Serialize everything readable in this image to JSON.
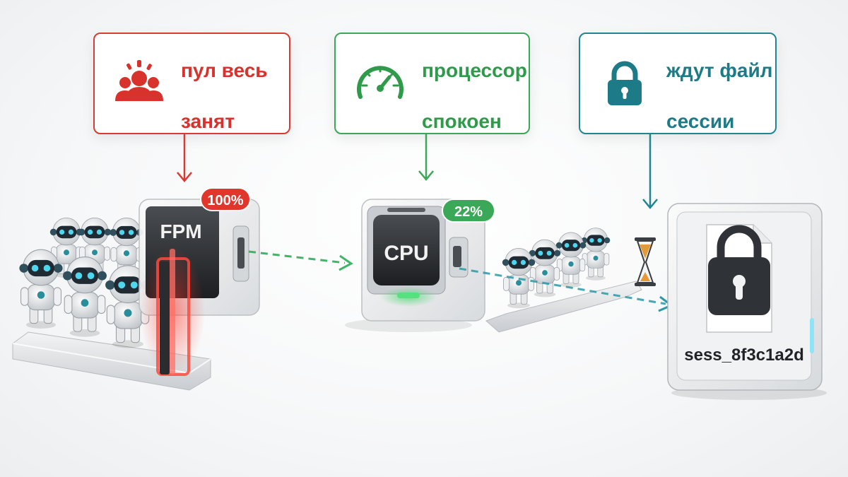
{
  "callouts": {
    "pool_busy": {
      "line1": "пул весь",
      "line2": "занят",
      "color": "#d8322c",
      "icon": "people-alert-icon"
    },
    "cpu_idle": {
      "line1": "процессор",
      "line2": "спокоен",
      "color": "#2f9a4a",
      "icon": "speedometer-icon"
    },
    "wait_session": {
      "line1": "ждут файл",
      "line2": "сессии",
      "color": "#1d7a87",
      "icon": "lock-icon"
    }
  },
  "fpm": {
    "label": "FPM",
    "load": "100%",
    "badge_color": "#e0362c"
  },
  "cpu": {
    "label": "CPU",
    "load": "22%",
    "badge_color": "#3aa857"
  },
  "session_file": {
    "name": "sess_8f3c1a2d"
  }
}
